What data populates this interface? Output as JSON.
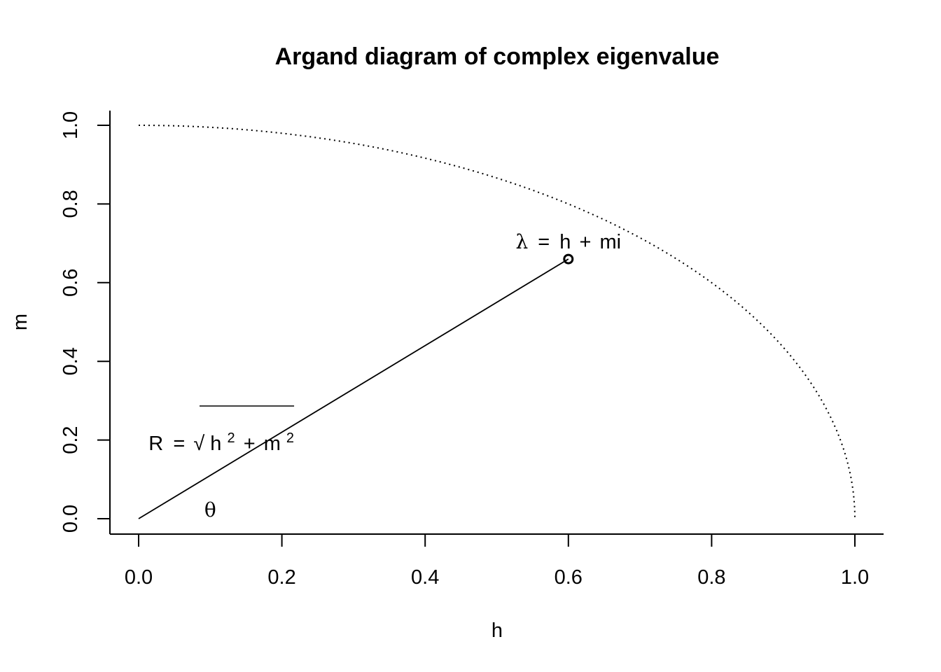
{
  "chart_data": {
    "type": "scatter",
    "title": "Argand diagram of complex eigenvalue",
    "xlabel": "h",
    "ylabel": "m",
    "xlim": [
      0,
      1
    ],
    "ylim": [
      0,
      1
    ],
    "x_ticks": [
      "0.0",
      "0.2",
      "0.4",
      "0.6",
      "0.8",
      "1.0"
    ],
    "y_ticks": [
      "0.0",
      "0.2",
      "0.4",
      "0.6",
      "0.8",
      "1.0"
    ],
    "grid": false,
    "series": [
      {
        "kind": "unit-circle-arc",
        "style": "dotted",
        "from_angle_deg": 0,
        "to_angle_deg": 90,
        "radius": 1
      },
      {
        "kind": "segment",
        "style": "solid",
        "x": [
          0,
          0.6
        ],
        "y": [
          0,
          0.66
        ]
      },
      {
        "kind": "point",
        "style": "open-circle",
        "x": [
          0.6
        ],
        "y": [
          0.66
        ]
      }
    ],
    "annotations": {
      "lambda": {
        "x": 0.6,
        "y": 0.66,
        "greek": "λ",
        "eq": "=",
        "a": "h",
        "plus": "+",
        "b": "mi"
      },
      "radius": {
        "x": 0.1,
        "y": 0.26,
        "R": "R",
        "eq": "=",
        "root": "√",
        "h": "h",
        "sup": "2",
        "plus": "+",
        "m": "m"
      },
      "theta": {
        "x": 0.1,
        "y": 0.02,
        "greek": "θ"
      }
    }
  }
}
